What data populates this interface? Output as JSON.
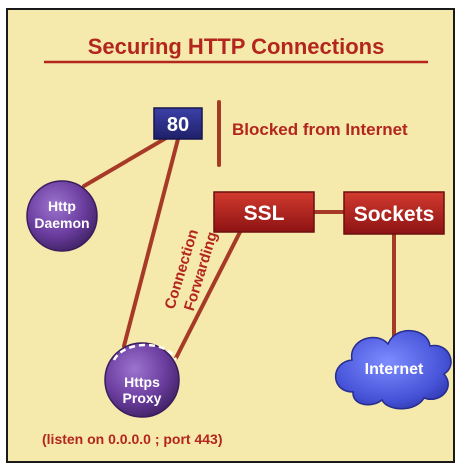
{
  "title": "Securing HTTP Connections",
  "port_box": {
    "label": "80"
  },
  "blocked_label": "Blocked from Internet",
  "nodes": {
    "daemon": {
      "line1": "Http",
      "line2": "Daemon"
    },
    "proxy": {
      "line1": "Https",
      "line2": "Proxy"
    },
    "ssl": {
      "label": "SSL"
    },
    "sockets": {
      "label": "Sockets"
    },
    "internet": {
      "label": "Internet"
    }
  },
  "connection_label": {
    "line1": "Connection",
    "line2": "Forwarding"
  },
  "footer_note": "(listen on 0.0.0.0 ; port 443)",
  "colors": {
    "background": "#f6e9ac",
    "accent_red": "#b3261e",
    "line_red": "#a63a26",
    "port_blue": "#2a2d86",
    "node_purple": "#6c3fa0",
    "box_red": "#b81e1e",
    "cloud_blue": "#4a57d9"
  }
}
